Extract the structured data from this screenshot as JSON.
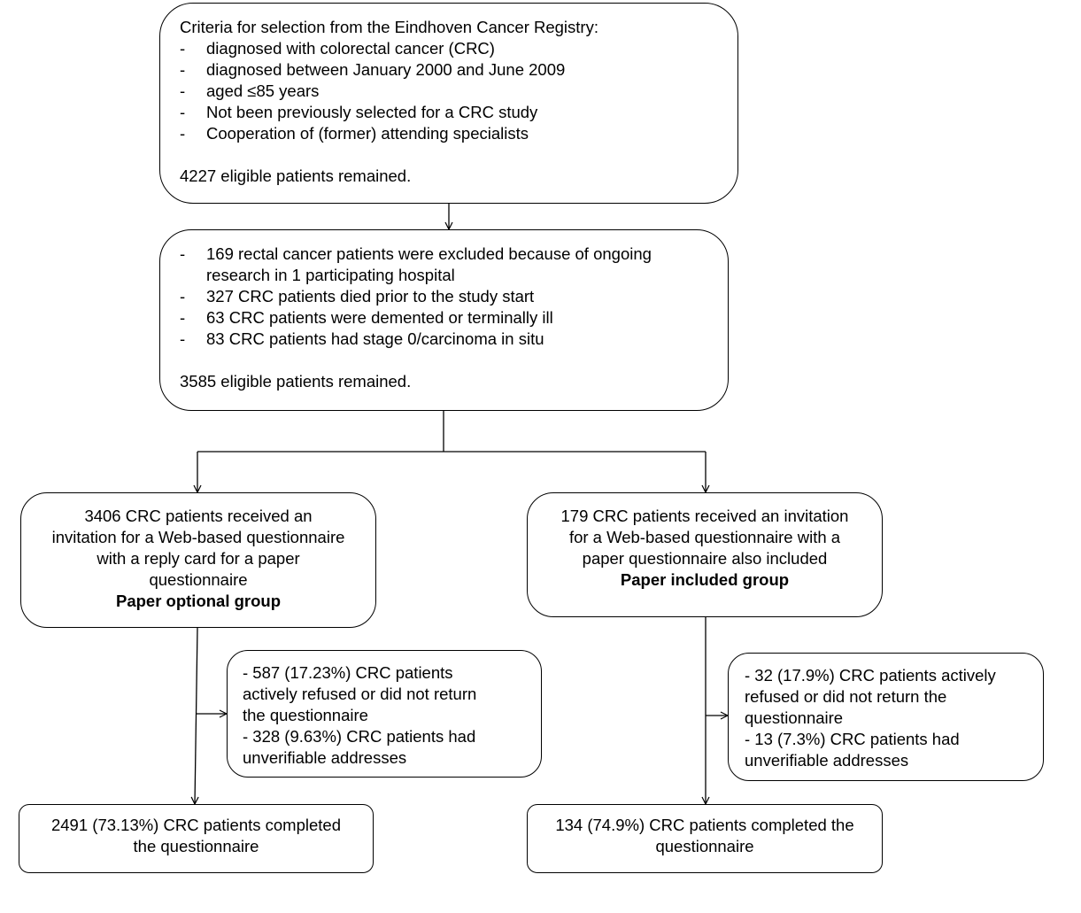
{
  "box1": {
    "heading": "Criteria for selection from the Eindhoven  Cancer Registry:",
    "items": [
      "diagnosed with colorectal cancer (CRC)",
      "diagnosed between January 2000 and June 2009",
      "aged ≤85 years",
      "Not been previously selected for a CRC study",
      "Cooperation of (former) attending specialists"
    ],
    "result": "4227 eligible patients remained."
  },
  "box2": {
    "items": [
      "169 rectal cancer patients were excluded because of ongoing research in 1 participating hospital",
      "327 CRC patients died prior to the study start",
      "63 CRC patients were demented or terminally ill",
      "83 CRC patients had stage 0/carcinoma in situ"
    ],
    "result": "3585 eligible patients remained."
  },
  "left_group": {
    "lines": [
      "3406 CRC patients received an",
      "invitation  for a Web-based questionnaire",
      "with a reply card for a paper",
      "questionnaire"
    ],
    "name": "Paper optional group"
  },
  "right_group": {
    "lines": [
      "179 CRC patients received an invitation",
      "for a Web-based questionnaire  with a",
      "paper questionnaire  also included"
    ],
    "name": "Paper included group"
  },
  "left_excluded": {
    "lines": [
      "- 587 (17.23%) CRC patients",
      "actively refused or did not return",
      "the questionnaire",
      "- 328 (9.63%) CRC patients had",
      "unverifiable  addresses"
    ]
  },
  "right_excluded": {
    "lines": [
      "- 32 (17.9%) CRC patients actively",
      "refused or did not return the",
      "questionnaire",
      "- 13 (7.3%) CRC patients had",
      "unverifiable  addresses"
    ]
  },
  "left_completed": {
    "lines": [
      "2491 (73.13%) CRC patients completed",
      "the questionnaire"
    ]
  },
  "right_completed": {
    "lines": [
      "134 (74.9%) CRC patients completed the",
      "questionnaire"
    ]
  }
}
